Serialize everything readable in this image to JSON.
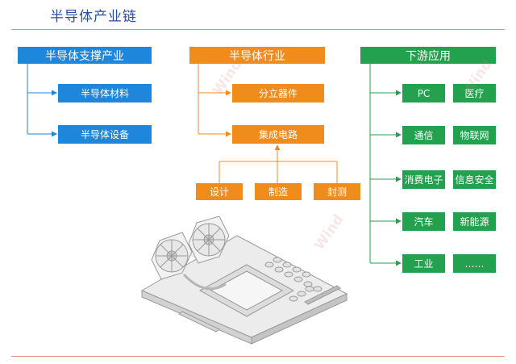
{
  "title": "半导体产业链",
  "colors": {
    "support": "#1e86db",
    "industry": "#f08c1c",
    "downstream": "#23a14e"
  },
  "support": {
    "header": "半导体支撑产业",
    "items": [
      "半导体材料",
      "半导体设备"
    ]
  },
  "industry": {
    "header": "半导体行业",
    "discrete": "分立器件",
    "ic": "集成电路",
    "ic_steps": [
      "设计",
      "制造",
      "封测"
    ]
  },
  "downstream": {
    "header": "下游应用",
    "rows": [
      [
        "PC",
        "医疗"
      ],
      [
        "通信",
        "物联网"
      ],
      [
        "消费电子",
        "信息安全"
      ],
      [
        "汽车",
        "新能源"
      ],
      [
        "工业",
        "……"
      ]
    ]
  },
  "illustration": {
    "icon": "motherboard-with-cooling-fans"
  },
  "watermark": "Wind"
}
